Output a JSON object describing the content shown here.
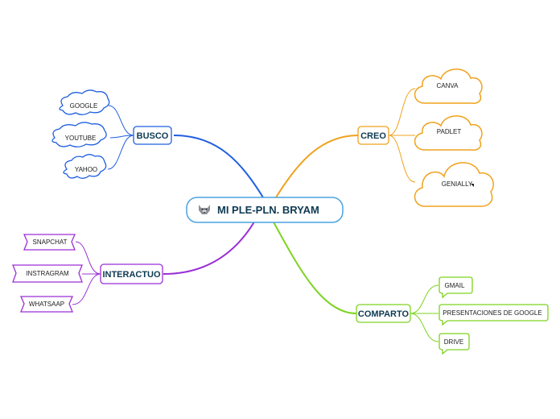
{
  "central": {
    "title": "MI PLE-PLN. BRYAM",
    "icon": "wolf-icon"
  },
  "colors": {
    "busco": "#1f5fe0",
    "creo": "#f0a21c",
    "interactuo": "#9b2fd6",
    "comparto": "#7ed321",
    "central_border": "#4aa3e0",
    "text": "#0e3a52"
  },
  "branches": {
    "busco": {
      "label": "BUSCO",
      "children": [
        "GOOGLE",
        "YOUTUBE",
        "YAHOO"
      ]
    },
    "creo": {
      "label": "CREO",
      "children": [
        "CANVA",
        "PADLET",
        "GENIALLY"
      ]
    },
    "interactuo": {
      "label": "INTERACTUO",
      "children": [
        "SNAPCHAT",
        "INSTRAGRAM",
        "WHATSAAP"
      ]
    },
    "comparto": {
      "label": "COMPARTO",
      "children": [
        "GMAIL",
        "PRESENTACIONES DE GOOGLE",
        "DRIVE"
      ]
    }
  }
}
